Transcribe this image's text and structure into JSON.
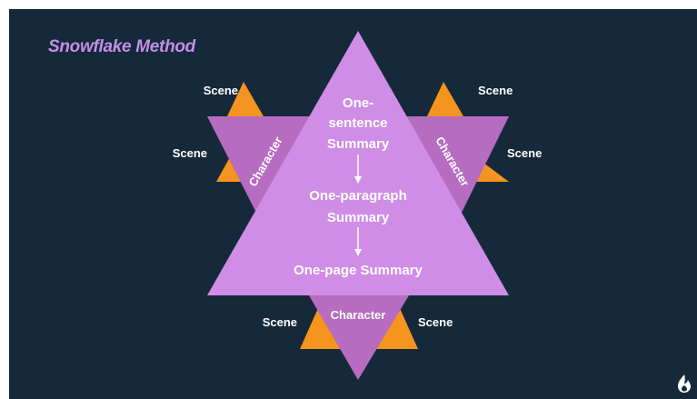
{
  "title": "Snowflake Method",
  "colors": {
    "background": "#15293a",
    "title": "#c58ee6",
    "main_triangle": "#cf8de6",
    "character_triangle": "#b66cc0",
    "scene_triangle": "#f5941e",
    "text": "#ffffff"
  },
  "center": {
    "step1_line1": "One-",
    "step1_line2": "sentence",
    "step1_line3": "Summary",
    "step2_line1": "One-paragraph",
    "step2_line2": "Summary",
    "step3": "One-page Summary"
  },
  "characters": {
    "left": "Character",
    "right": "Character",
    "bottom": "Character"
  },
  "scenes": {
    "left_top": "Scene",
    "left_bottom": "Scene",
    "right_top": "Scene",
    "right_bottom": "Scene",
    "bottom_left": "Scene",
    "bottom_right": "Scene"
  },
  "logo_icon": "flame-logo-icon"
}
